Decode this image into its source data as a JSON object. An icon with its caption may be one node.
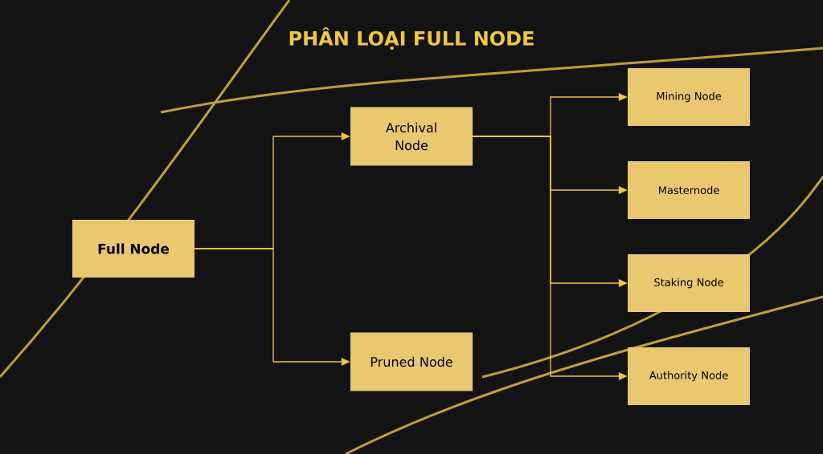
{
  "diagram": {
    "title": "PHÂN LOẠI FULL NODE",
    "nodes": [
      {
        "text": [
          "Full Node"
        ]
      },
      {
        "text": [
          "Archival Node"
        ]
      },
      {
        "text": [
          "Pruned Node"
        ]
      },
      {
        "text": [
          "Mining Node"
        ]
      },
      {
        "text": [
          "Masternode"
        ]
      },
      {
        "text": [
          "Staking Node"
        ]
      },
      {
        "text": [
          "Authority Node"
        ]
      }
    ],
    "edges": [
      {
        "from": 0,
        "to": 1,
        "arrow": "to"
      },
      {
        "from": 0,
        "to": 2,
        "arrow": "to"
      },
      {
        "from": 1,
        "to": 3,
        "arrow": "to"
      },
      {
        "from": 1,
        "to": 4,
        "arrow": "to"
      },
      {
        "from": 1,
        "to": 5,
        "arrow": "to"
      },
      {
        "from": 1,
        "to": 6,
        "arrow": "to"
      }
    ]
  }
}
